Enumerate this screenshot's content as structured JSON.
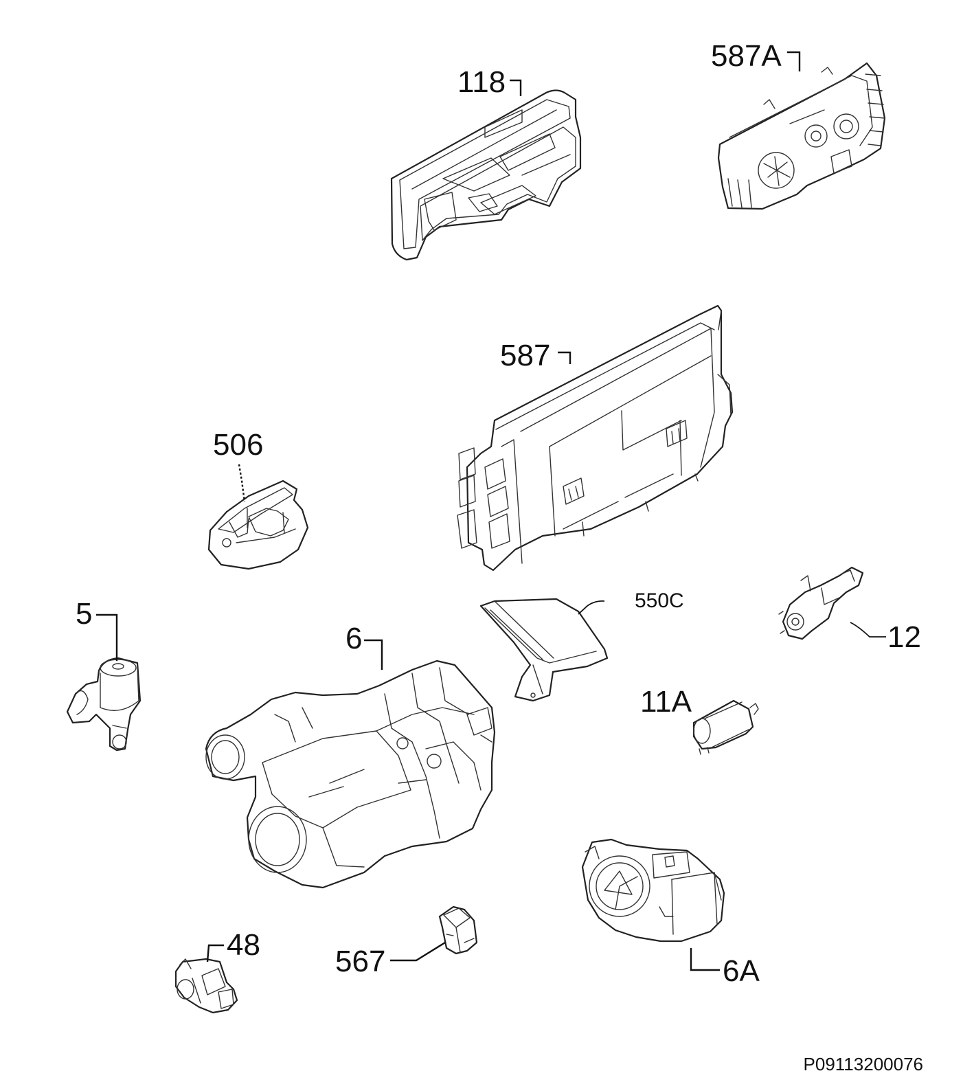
{
  "diagram": {
    "sheet_code": "P09113200076",
    "callouts": {
      "door_switch": "118",
      "control_board_a": "587A",
      "main_control": "587",
      "part_506": "506",
      "part_550c": "550C",
      "part_12": "12",
      "valve_5": "5",
      "circulation_pump": "6",
      "part_11a": "11A",
      "drain_pump": "6A",
      "part_48": "48",
      "part_567": "567"
    }
  }
}
